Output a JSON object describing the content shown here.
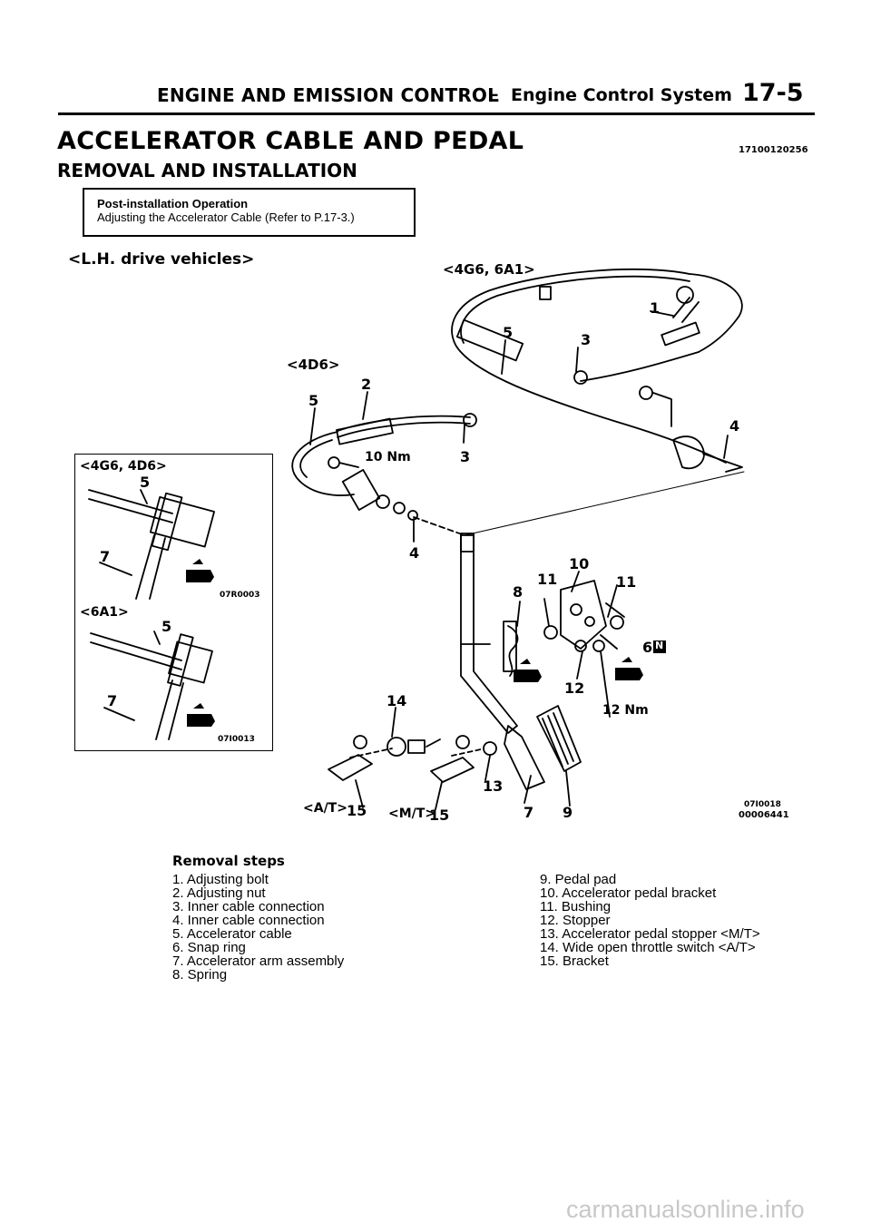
{
  "header": {
    "section": "ENGINE AND EMISSION CONTROL",
    "dash": "–",
    "subsection": "Engine Control System",
    "page_number": "17-5"
  },
  "title": "ACCELERATOR CABLE AND PEDAL",
  "doc_id": "17100120256",
  "subtitle": "REMOVAL AND INSTALLATION",
  "post_install": {
    "heading": "Post-installation Operation",
    "text": "Adjusting the Accelerator Cable (Refer to P.17-3.)"
  },
  "diagram": {
    "drive_label": "<L.H. drive vehicles>",
    "variant_top": "<4G6, 6A1>",
    "variant_mid": "<4D6>",
    "inset_top_label": "<4G6, 4D6>",
    "inset_bottom_label": "<6A1>",
    "inset_top_code": "07R0003",
    "inset_bottom_code": "07I0013",
    "figure_code": "07I0018",
    "figure_code2": "00006441",
    "torque_1": "10 Nm",
    "torque_2": "12 Nm",
    "at_label": "<A/T>",
    "mt_label": "<M/T>",
    "n_mark": "N",
    "callouts": {
      "c1": "1",
      "c2": "2",
      "c3a": "3",
      "c3b": "3",
      "c4a": "4",
      "c4b": "4",
      "c5a": "5",
      "c5b": "5",
      "c5c": "5",
      "c5d": "5",
      "c6": "6",
      "c7a": "7",
      "c7b": "7",
      "c7c": "7",
      "c8": "8",
      "c9": "9",
      "c10": "10",
      "c11a": "11",
      "c11b": "11",
      "c12": "12",
      "c13": "13",
      "c14": "14",
      "c15a": "15",
      "c15b": "15"
    }
  },
  "removal_steps": {
    "heading": "Removal steps",
    "left": [
      "1. Adjusting bolt",
      "2. Adjusting nut",
      "3. Inner cable connection",
      "4. Inner cable connection",
      "5. Accelerator cable",
      "6. Snap ring",
      "7. Accelerator arm assembly",
      "8. Spring"
    ],
    "right": [
      "9. Pedal pad",
      "10. Accelerator pedal bracket",
      "11. Bushing",
      "12. Stopper",
      "13. Accelerator pedal stopper <M/T>",
      "14. Wide open throttle switch <A/T>",
      "15. Bracket"
    ]
  },
  "watermark": "carmanualsonline.info"
}
